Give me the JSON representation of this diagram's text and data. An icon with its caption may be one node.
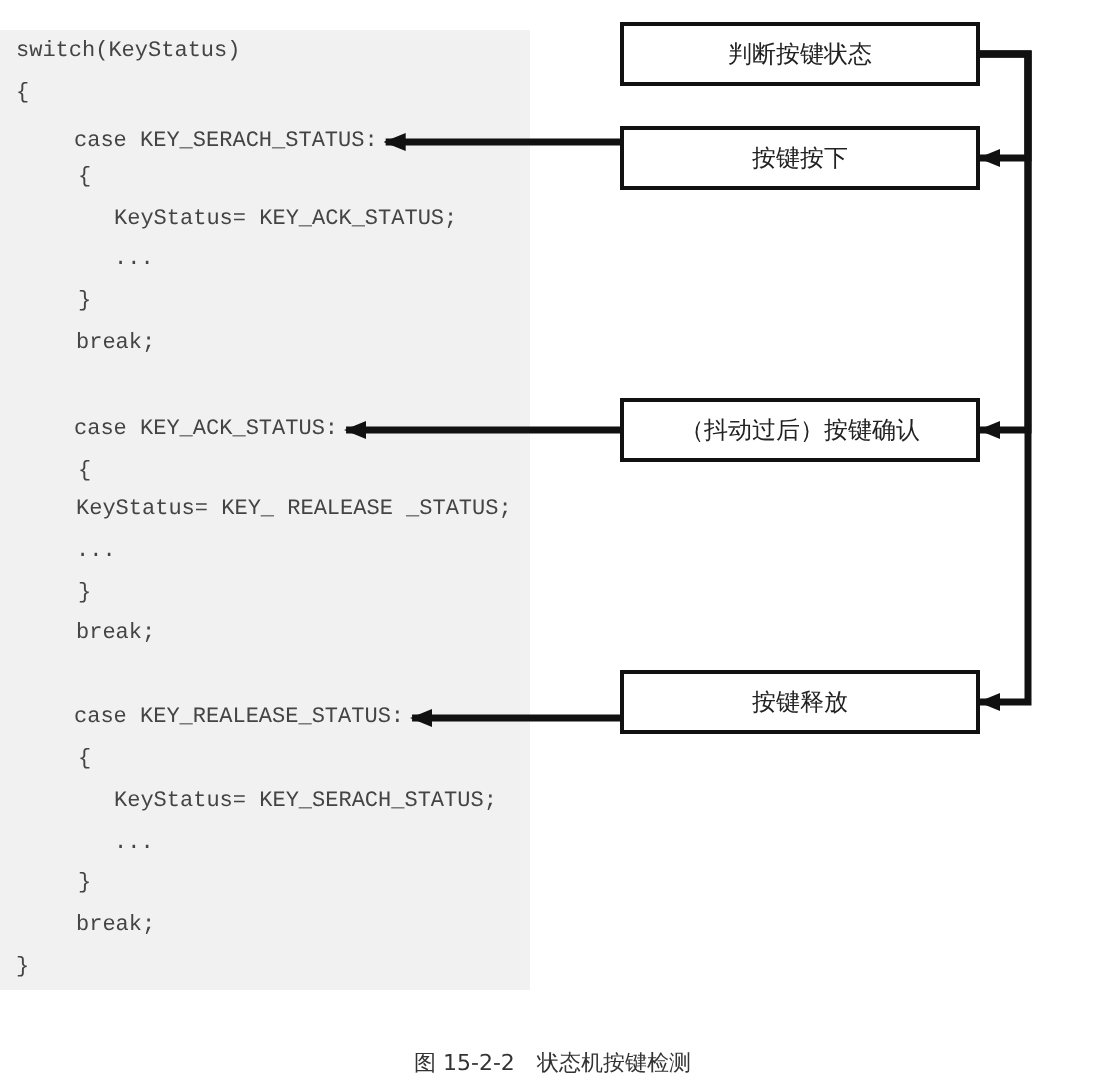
{
  "diagram": {
    "caption": "图 15-2-2　状态机按键检测",
    "nodes": [
      {
        "text": [],
        "shape": "box"
      },
      {
        "text": [
          "switch(KeyStatus)"
        ],
        "in": 0
      },
      {
        "text": [
          "{"
        ],
        "in": 0
      },
      {
        "text": [
          "case KEY_SERACH_STATUS:"
        ],
        "in": 0
      },
      {
        "text": [
          "{"
        ],
        "in": 0
      },
      {
        "text": [
          "KeyStatus= KEY_ACK_STATUS;"
        ],
        "in": 0
      },
      {
        "text": [
          "..."
        ],
        "in": 0
      },
      {
        "text": [
          "}"
        ],
        "in": 0
      },
      {
        "text": [
          "break;"
        ],
        "in": 0
      },
      {
        "text": [
          "case KEY_ACK_STATUS:"
        ],
        "in": 0
      },
      {
        "text": [
          "{"
        ],
        "in": 0
      },
      {
        "text": [
          "KeyStatus= KEY_ REALEASE _STATUS;"
        ],
        "in": 0
      },
      {
        "text": [
          "..."
        ],
        "in": 0
      },
      {
        "text": [
          "}"
        ],
        "in": 0
      },
      {
        "text": [
          "break;"
        ],
        "in": 0
      },
      {
        "text": [
          "case KEY_REALEASE_STATUS:"
        ],
        "in": 0
      },
      {
        "text": [
          "{"
        ],
        "in": 0
      },
      {
        "text": [
          "KeyStatus= KEY_SERACH_STATUS;"
        ],
        "in": 0
      },
      {
        "text": [
          "..."
        ],
        "in": 0
      },
      {
        "text": [
          "}"
        ],
        "in": 0
      },
      {
        "text": [
          "break;"
        ],
        "in": 0
      },
      {
        "text": [
          "}"
        ],
        "in": 0
      },
      {
        "text": [
          "判断按键状态"
        ]
      },
      {
        "text": [
          "按键按下"
        ]
      },
      {
        "text": [
          "（抖动过后）按键确认"
        ]
      },
      {
        "text": [
          "按键释放"
        ]
      }
    ],
    "edges": [
      {
        "from": 22,
        "to": 23,
        "arrow": "to"
      },
      {
        "from": 22,
        "to": 24,
        "arrow": "to"
      },
      {
        "from": 22,
        "to": 25,
        "arrow": "to"
      },
      {
        "from": 23,
        "to": 3,
        "arrow": "to"
      },
      {
        "from": 24,
        "to": 9,
        "arrow": "to"
      },
      {
        "from": 25,
        "to": 15,
        "arrow": "to"
      }
    ]
  }
}
